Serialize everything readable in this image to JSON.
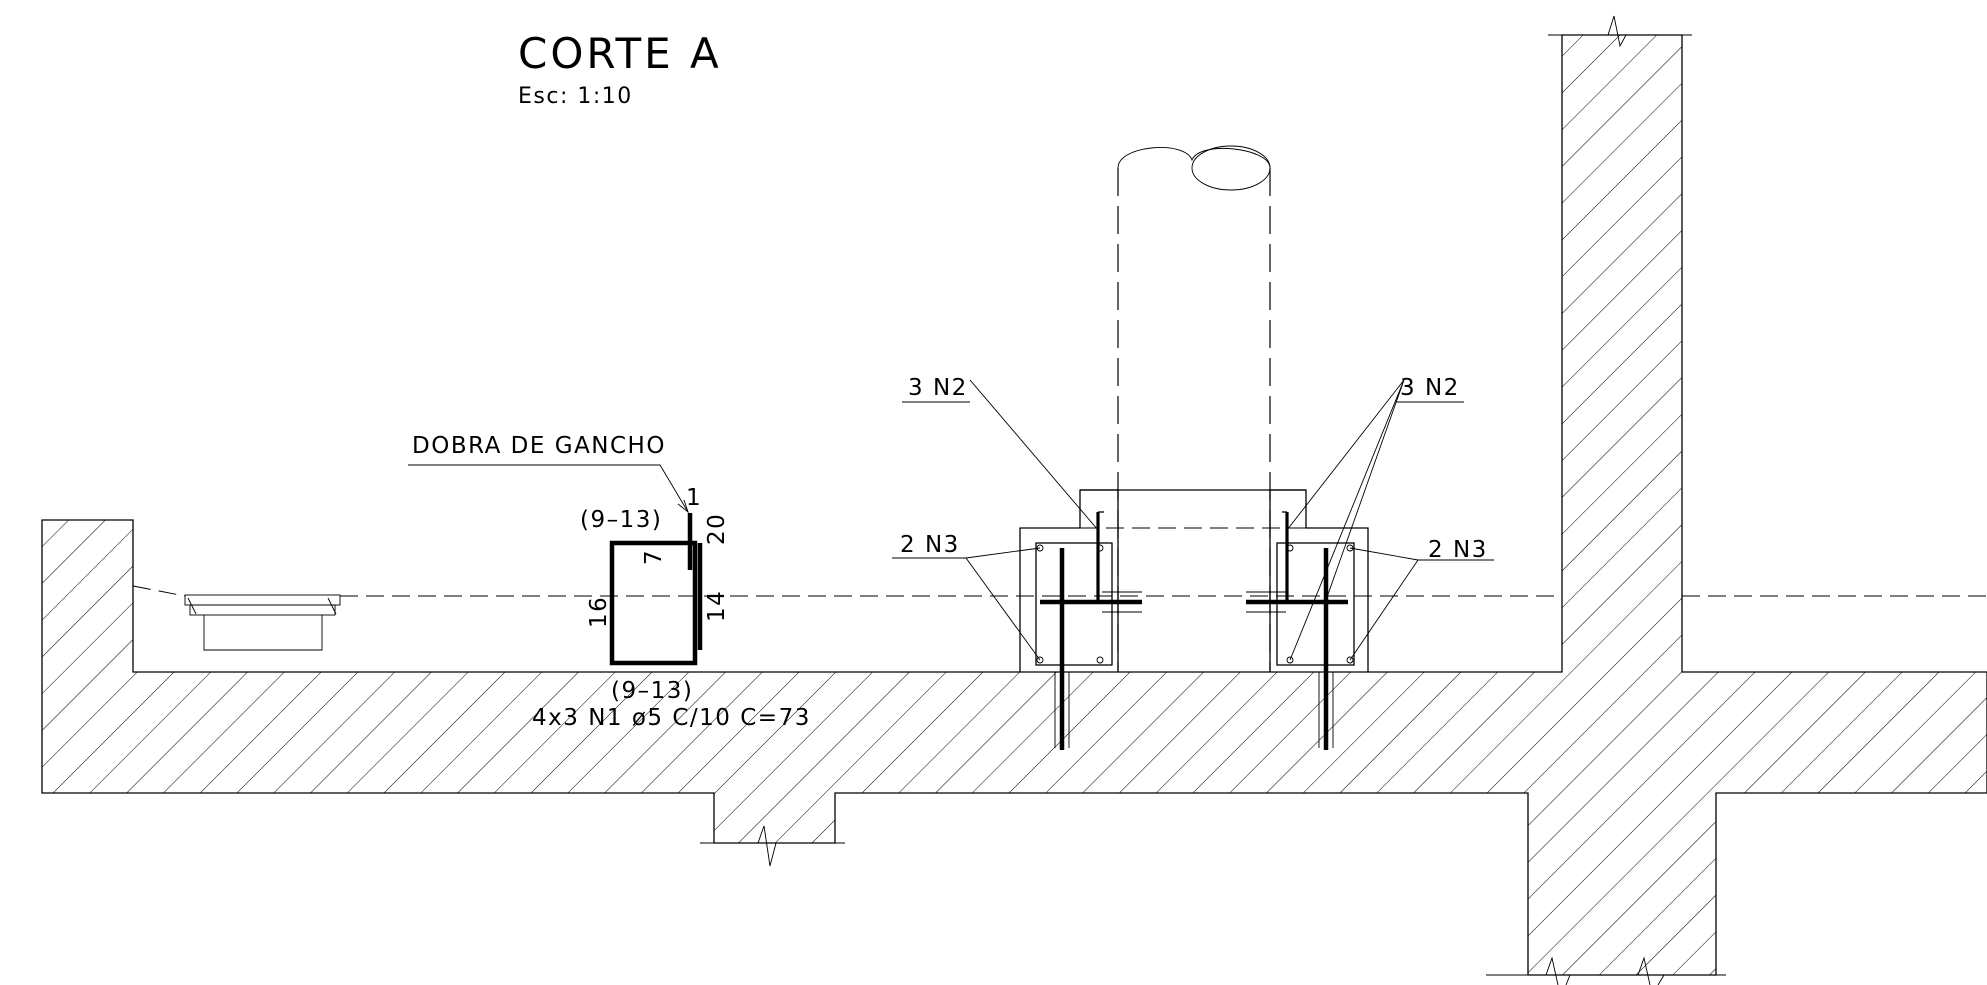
{
  "title": "CORTE A",
  "scale": "Esc: 1:10",
  "annotations": {
    "hook_bend": "DOBRA DE GANCHO",
    "stirrup_spacing_top": "(9–13)",
    "stirrup_spacing_bottom": "(9–13)",
    "stirrup_spec": "4x3 N1 ø5 C/10 C=73",
    "dim_hook": "1",
    "dim_20": "20",
    "dim_7": "7",
    "dim_16": "16",
    "dim_14": "14",
    "left_3n2": "3 N2",
    "left_2n3": "2 N3",
    "right_3n2": "3 N2",
    "right_2n3": "2 N3"
  }
}
